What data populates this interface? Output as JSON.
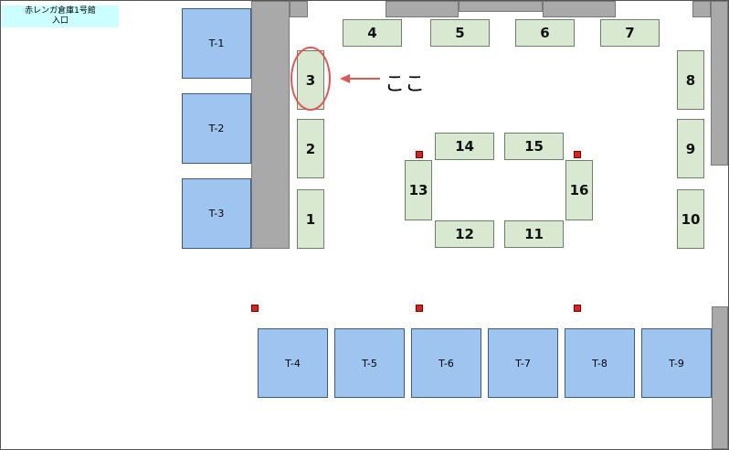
{
  "entrance": {
    "line1": "赤レンガ倉庫1号館",
    "line2": "入口"
  },
  "tables": [
    "T-1",
    "T-2",
    "T-3",
    "T-4",
    "T-5",
    "T-6",
    "T-7",
    "T-8",
    "T-9"
  ],
  "booths": [
    "1",
    "2",
    "3",
    "4",
    "5",
    "6",
    "7",
    "8",
    "9",
    "10",
    "11",
    "12",
    "13",
    "14",
    "15",
    "16"
  ],
  "callout": {
    "label": "ここ",
    "target_booth": "3"
  },
  "colors": {
    "table": "#9ec5f0",
    "booth": "#d9e8d0",
    "wall": "#a9a9a9",
    "marker": "#e02020",
    "highlight": "#e05555",
    "entrance": "#ccffff"
  }
}
